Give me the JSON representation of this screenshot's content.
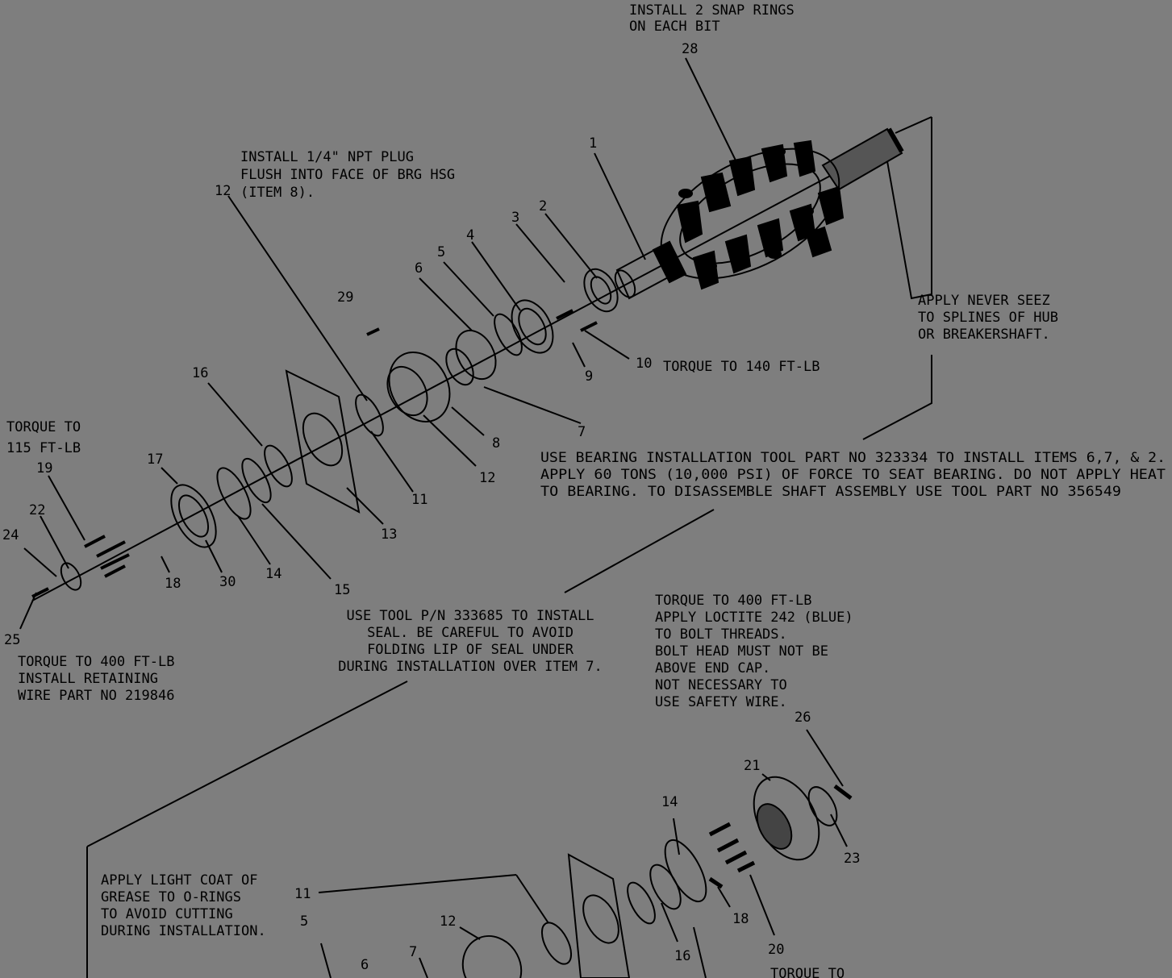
{
  "background_color": "#7e7e7e",
  "ink_color": "#000000",
  "notes": {
    "snap_rings": [
      "INSTALL 2 SNAP RINGS",
      "ON EACH BIT"
    ],
    "npt_plug": [
      "INSTALL 1/4\" NPT PLUG",
      "FLUSH INTO FACE OF BRG HSG",
      "(ITEM 8)."
    ],
    "never_seez": [
      "APPLY NEVER SEEZ",
      "TO SPLINES OF HUB",
      "OR BREAKERSHAFT."
    ],
    "torque_140": "TORQUE TO 140 FT-LB",
    "torque_115": [
      "TORQUE TO",
      "115 FT-LB"
    ],
    "bearing_tool": [
      "USE BEARING INSTALLATION TOOL PART NO 323334 TO INSTALL ITEMS 6,7, & 2.",
      "APPLY 60 TONS (10,000 PSI) OF FORCE TO SEAT BEARING. DO NOT APPLY HEAT",
      "TO BEARING. TO DISASSEMBLE SHAFT ASSEMBLY USE TOOL PART NO 356549"
    ],
    "seal_tool": [
      "USE TOOL P/N 333685 TO INSTALL",
      "SEAL. BE CAREFUL TO AVOID",
      "FOLDING LIP OF SEAL UNDER",
      "DURING INSTALLATION OVER ITEM 7."
    ],
    "loctite": [
      "TORQUE TO 400 FT-LB",
      "APPLY LOCTITE 242 (BLUE)",
      "TO BOLT THREADS.",
      "BOLT HEAD MUST NOT BE",
      "ABOVE END CAP.",
      "NOT NECESSARY TO",
      "USE SAFETY WIRE."
    ],
    "retaining_wire": [
      "TORQUE TO 400 FT-LB",
      "INSTALL RETAINING",
      "WIRE PART NO 219846"
    ],
    "grease": [
      "APPLY LIGHT COAT OF",
      "GREASE TO O-RINGS",
      "TO AVOID CUTTING",
      "DURING INSTALLATION."
    ],
    "torque_cut": "TORQUE TO"
  },
  "item_labels": {
    "upper": [
      "28",
      "1",
      "2",
      "3",
      "4",
      "5",
      "6",
      "29",
      "12",
      "16",
      "9",
      "10",
      "7",
      "8",
      "12",
      "11",
      "13",
      "14",
      "15",
      "17",
      "19",
      "22",
      "24",
      "18",
      "30",
      "25"
    ],
    "lower": [
      "26",
      "21",
      "23",
      "14",
      "11",
      "5",
      "6",
      "7",
      "12",
      "16",
      "18",
      "20"
    ]
  }
}
